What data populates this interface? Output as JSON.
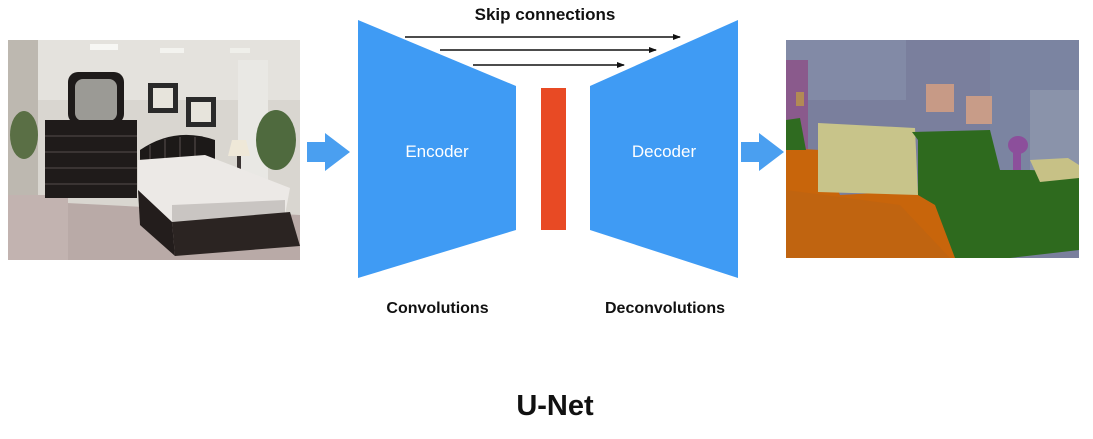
{
  "diagram": {
    "top_label": "Skip connections",
    "encoder_label": "Encoder",
    "decoder_label": "Decoder",
    "encoder_caption": "Convolutions",
    "decoder_caption": "Deconvolutions",
    "title": "U-Net"
  },
  "colors": {
    "block_blue": "#3f9bf4",
    "bottleneck_red": "#e84a24",
    "arrow_blue": "#4a9ff0",
    "skip_arrow": "#111111"
  },
  "images": {
    "input": "bedroom-photo",
    "output": "segmentation-map"
  }
}
